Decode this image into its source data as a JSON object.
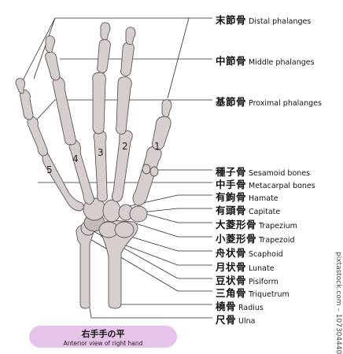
{
  "labels": [
    {
      "jp": "末節骨",
      "en": "Distal phalanges"
    },
    {
      "jp": "中節骨",
      "en": "Middle phalanges"
    },
    {
      "jp": "基節骨",
      "en": "Proximal phalanges"
    },
    {
      "jp": "種子骨",
      "en": "Sesamoid bones"
    },
    {
      "jp": "中手骨",
      "en": "Metacarpal bones"
    },
    {
      "jp": "有鉤骨",
      "en": "Hamate"
    },
    {
      "jp": "有頭骨",
      "en": "Capitate"
    },
    {
      "jp": "大菱形骨",
      "en": "Trapezium"
    },
    {
      "jp": "小菱形骨",
      "en": "Trapezoid"
    },
    {
      "jp": "舟状骨",
      "en": "Scaphoid"
    },
    {
      "jp": "月状骨",
      "en": "Lunate"
    },
    {
      "jp": "豆状骨",
      "en": "Pisiform"
    },
    {
      "jp": "三角骨",
      "en": "Triquetrum"
    },
    {
      "jp": "橈骨",
      "en": "Radius"
    },
    {
      "jp": "尺骨",
      "en": "Ulna"
    }
  ],
  "finger_numbers": [
    "1",
    "2",
    "3",
    "4",
    "5"
  ],
  "caption": {
    "jp": "右手手の平",
    "en": "Anterior view of right hand"
  },
  "watermark_id": "pixtastock.com – 107304440",
  "colors": {
    "bone": "#d7cfcd",
    "caption_bg": "#e6c3e9",
    "leader": "#2a2a2a"
  }
}
